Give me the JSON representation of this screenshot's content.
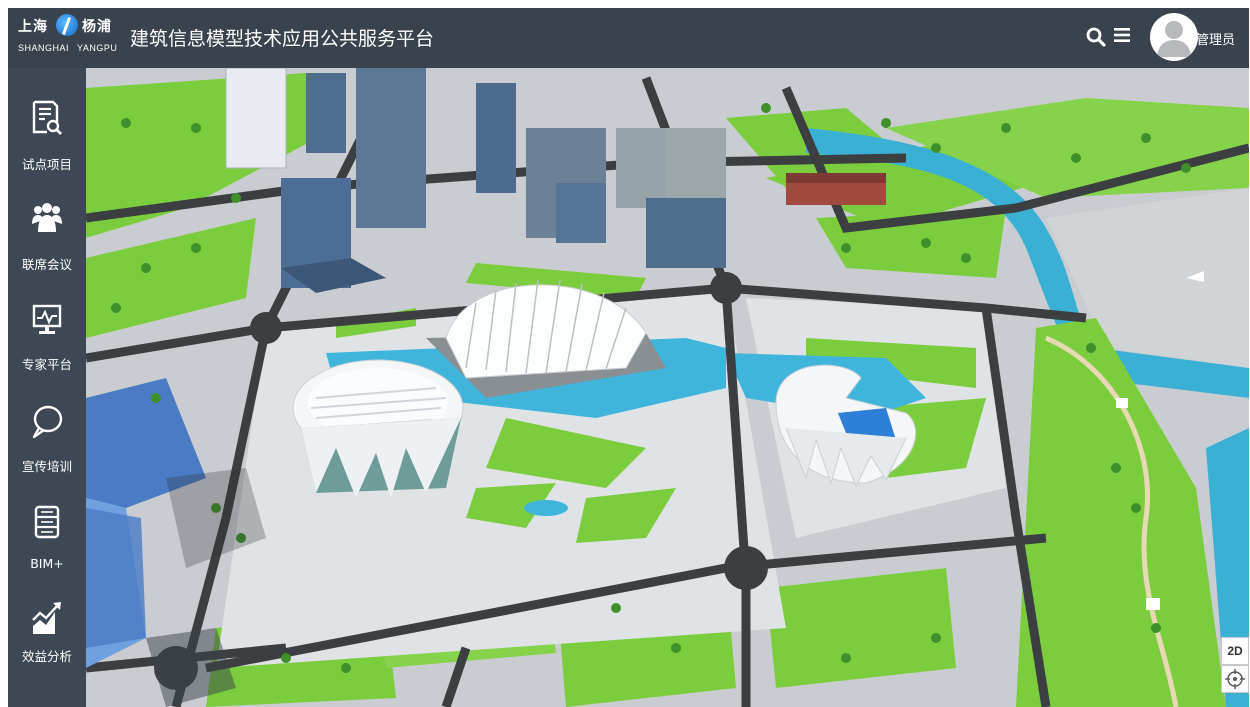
{
  "header": {
    "logo_cn_left": "上海",
    "logo_cn_right": "杨浦",
    "logo_en_left": "SHANGHAI",
    "logo_en_right": "YANGPU",
    "title": "建筑信息模型技术应用公共服务平台",
    "user_name": "管理员"
  },
  "sidebar": {
    "items": [
      {
        "label": "试点项目",
        "icon": "document-search-icon"
      },
      {
        "label": "联席会议",
        "icon": "people-group-icon"
      },
      {
        "label": "专家平台",
        "icon": "monitor-chart-icon"
      },
      {
        "label": "宣传培训",
        "icon": "speech-bubble-icon"
      },
      {
        "label": "BIM+",
        "icon": "stack-layers-icon"
      },
      {
        "label": "效益分析",
        "icon": "growth-chart-icon"
      }
    ]
  },
  "map_controls": {
    "view_toggle_label": "2D",
    "locate_icon": "crosshair-icon"
  },
  "colors": {
    "header_bg": "#3a434d",
    "sidebar_bg": "#3d4854",
    "grass": "#7ccd3e",
    "road": "#3c3f42",
    "water": "#3ab0d5",
    "plaza": "#dfe3e6"
  }
}
